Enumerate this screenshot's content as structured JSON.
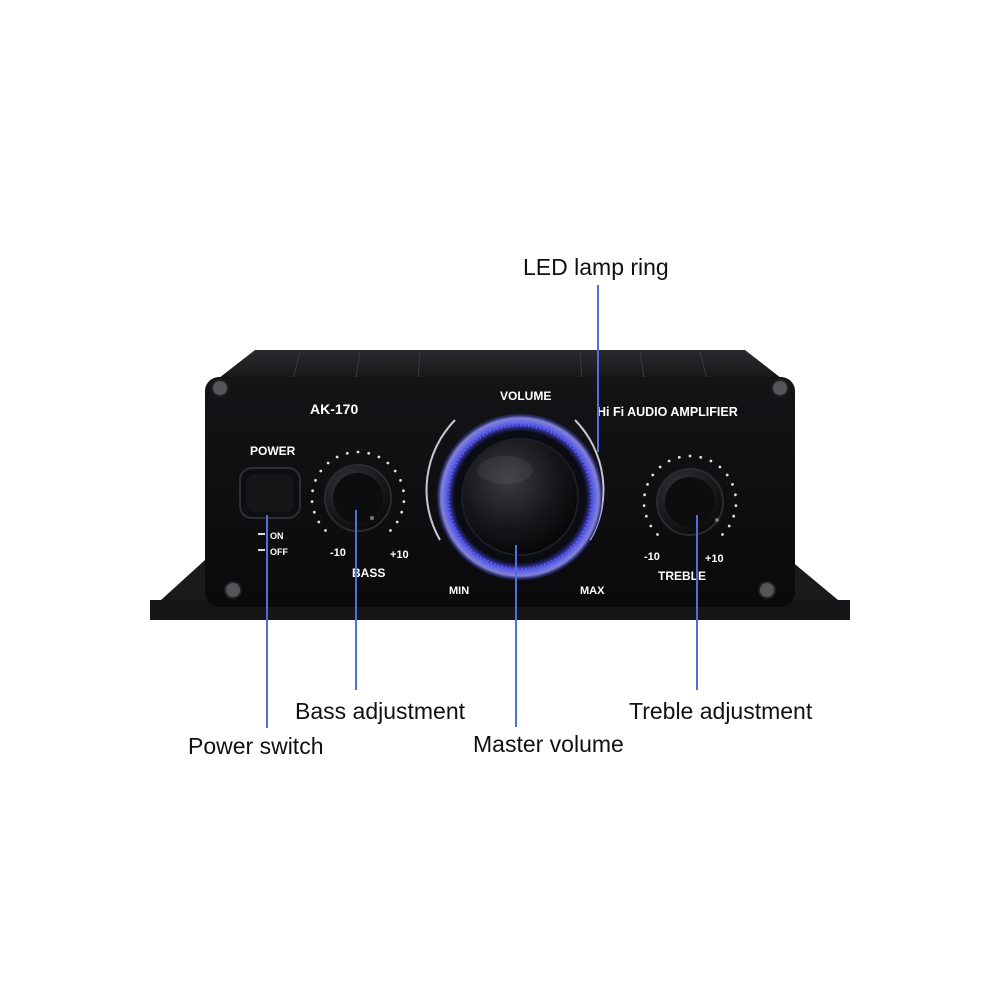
{
  "device": {
    "model": "AK-170",
    "product_line": "Hi Fi AUDIO AMPLIFIER",
    "power_label": "POWER",
    "switch_on": "ON",
    "switch_off": "OFF",
    "volume_label": "VOLUME",
    "volume_min": "MIN",
    "volume_max": "MAX",
    "bass_label": "BASS",
    "bass_min": "-10",
    "bass_max": "+10",
    "treble_label": "TREBLE",
    "treble_min": "-10",
    "treble_max": "+10"
  },
  "callouts": {
    "led_ring": "LED lamp ring",
    "bass": "Bass adjustment",
    "power": "Power switch",
    "master_volume": "Master volume",
    "treble": "Treble adjustment"
  },
  "colors": {
    "led_blue": "#5a5cff",
    "leader_line": "#4f6fe0",
    "panel": "#0d0d0f"
  }
}
